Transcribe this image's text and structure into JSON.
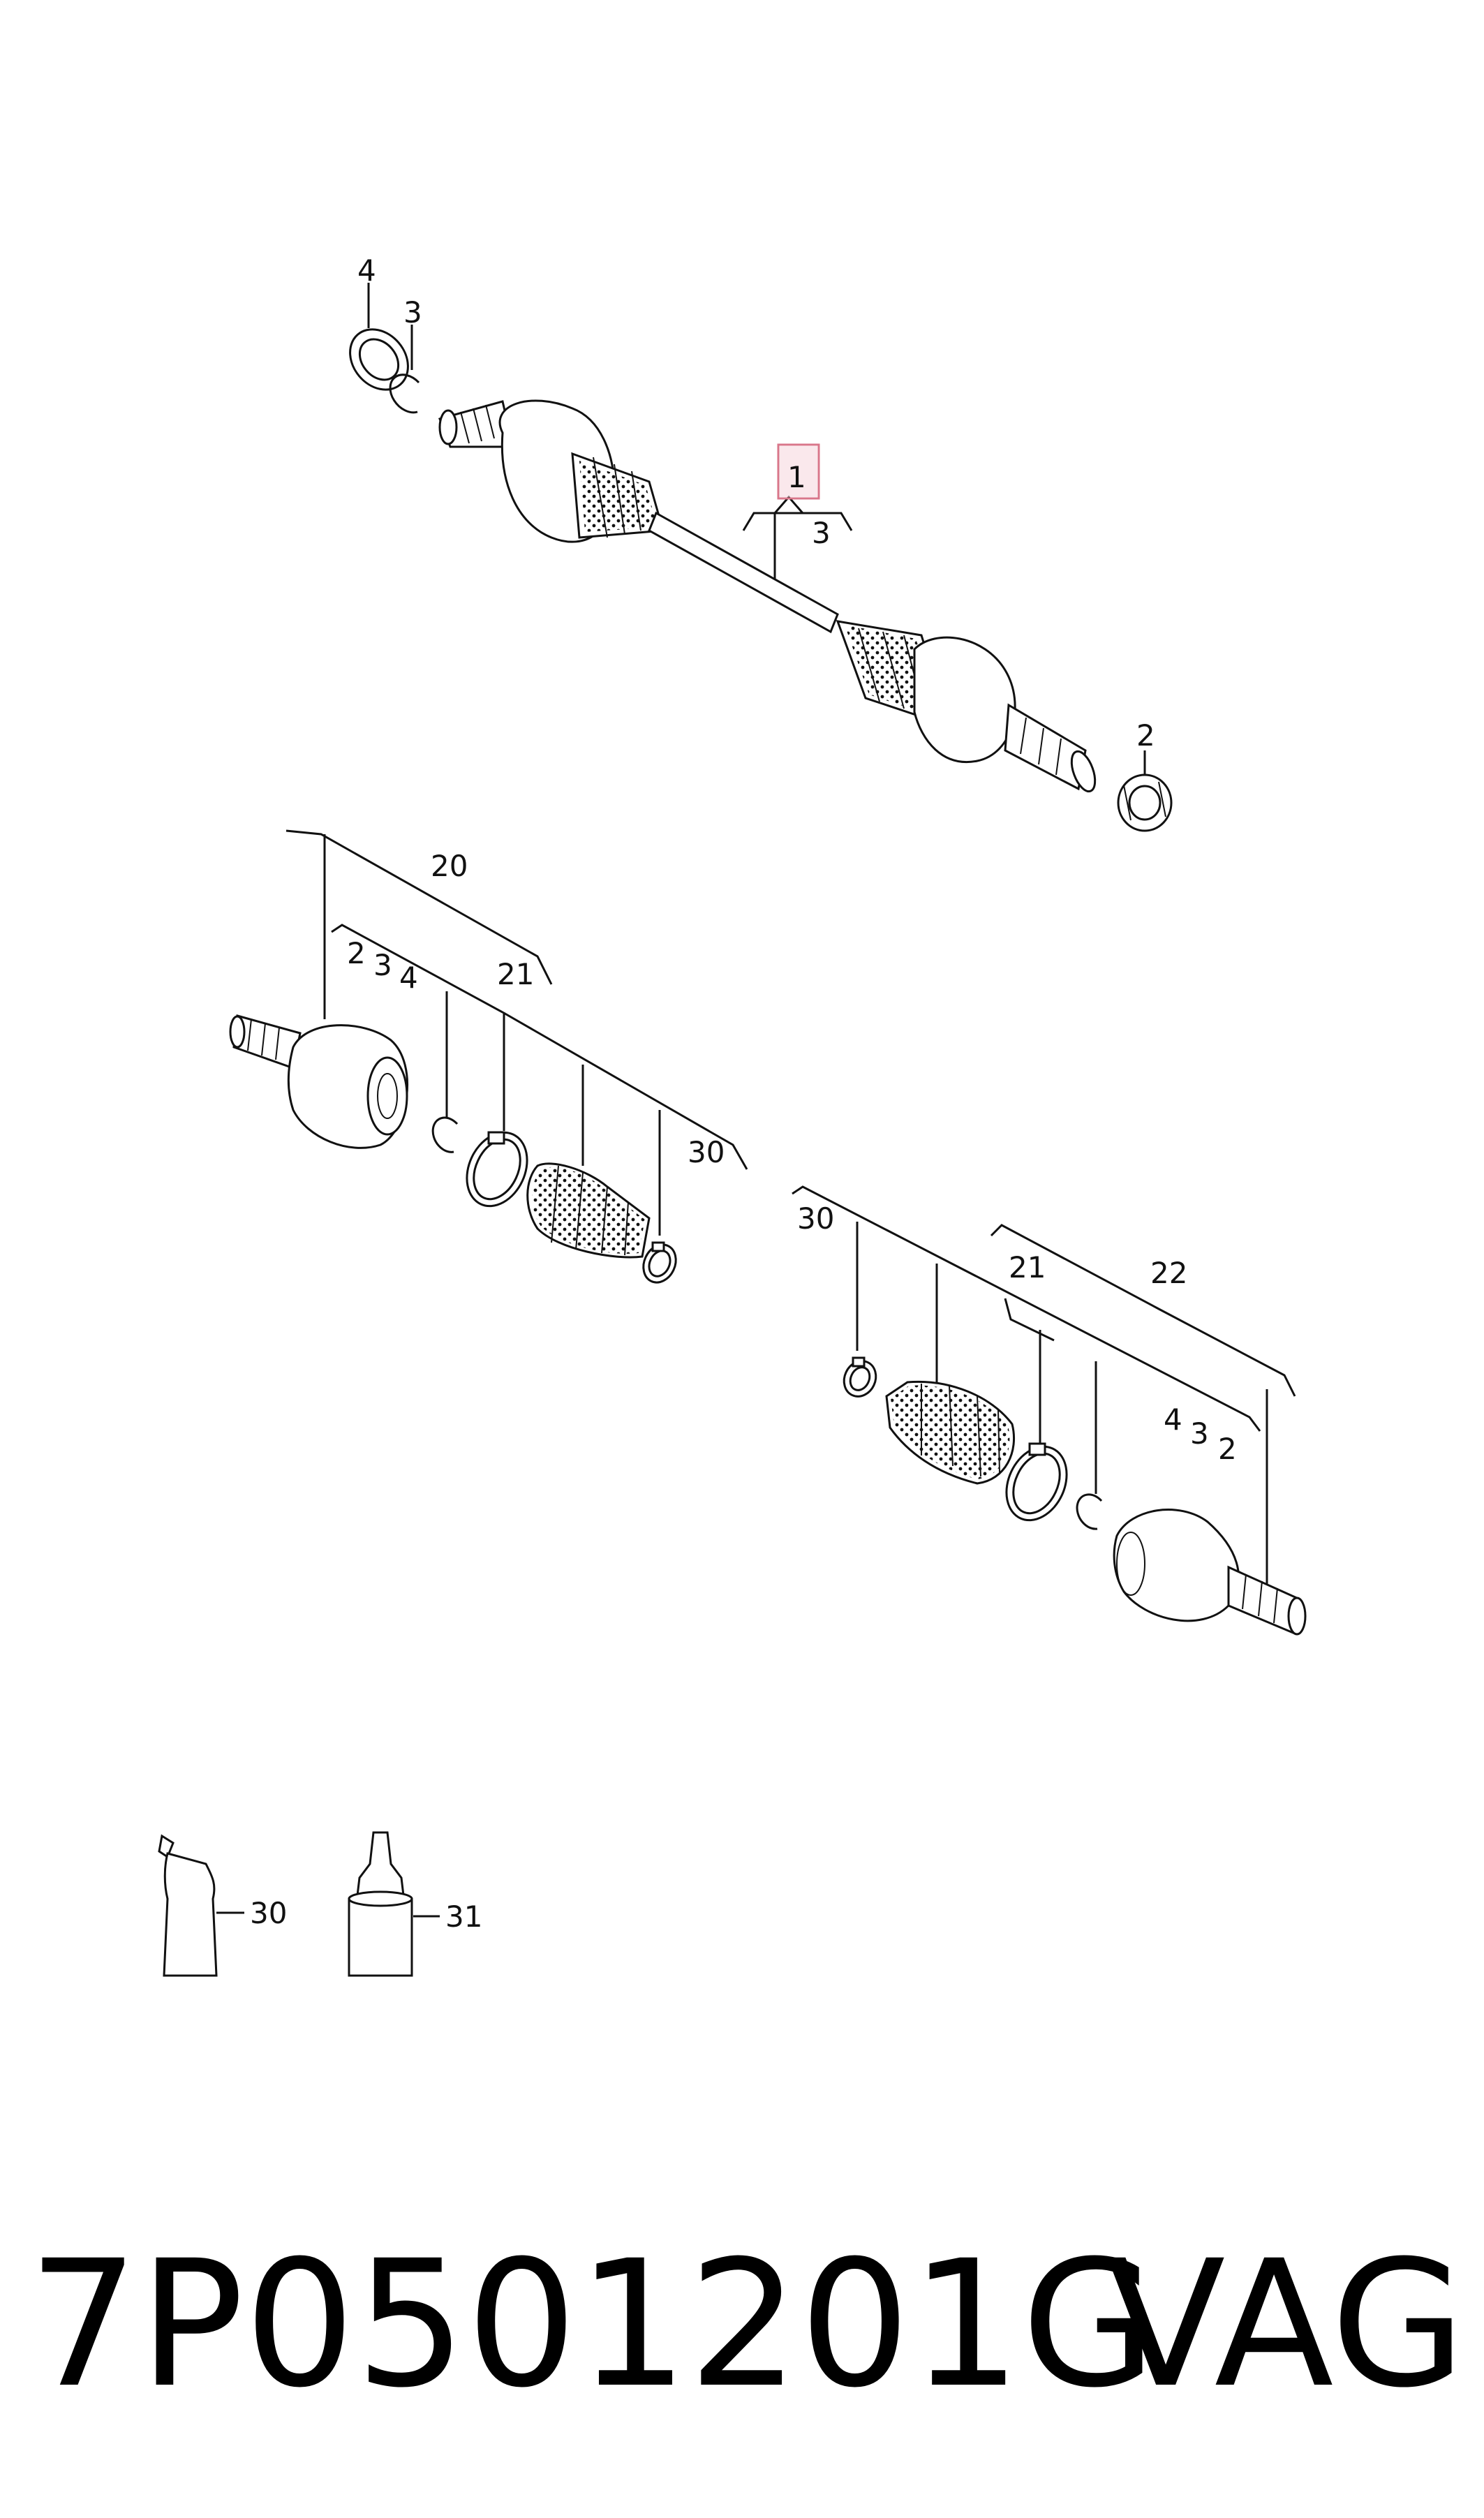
{
  "diagram": {
    "callouts": {
      "shaft_ring_4": "4",
      "shaft_circlip_3": "3",
      "shaft_main_1": "1",
      "shaft_main_sub_3": "3",
      "shaft_nut_2": "2",
      "outer_group_20": "20",
      "outer_items_2": "2",
      "outer_items_3": "3",
      "outer_items_4": "4",
      "outer_group_21": "21",
      "outer_grease_30": "30",
      "inner_grease_30": "30",
      "inner_group_21": "21",
      "inner_group_22": "22",
      "inner_items_4": "4",
      "inner_items_3": "3",
      "inner_items_2": "2",
      "tube_30": "30",
      "bottle_31": "31"
    },
    "highlight_color": "#e8a0aa"
  },
  "footer": {
    "part_number": "7P0501201G",
    "brand": "VAG"
  }
}
